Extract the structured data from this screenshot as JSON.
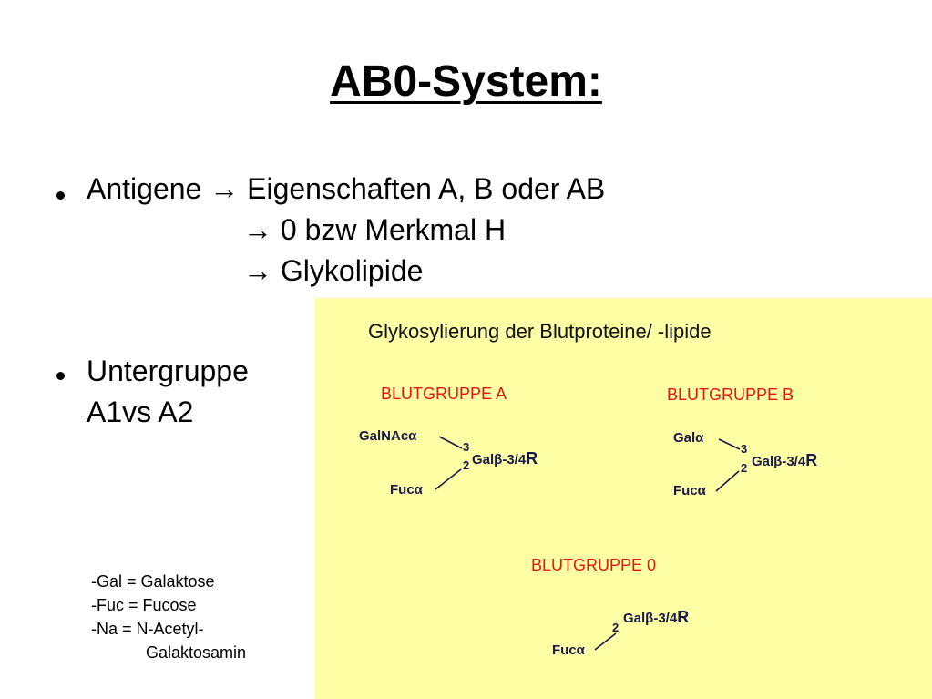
{
  "title": "AB0-System:",
  "bullets": [
    {
      "lines": [
        "Antigene → Eigenschaften A, B oder AB",
        "→ 0 bzw Merkmal H",
        "→ Glykolipide"
      ]
    },
    {
      "lines": [
        "Untergruppe",
        "A1vs A2"
      ]
    }
  ],
  "abbreviations": [
    "-Gal = Galaktose",
    "-Fuc = Fucose",
    "-Na = N-Acetyl-",
    "Galaktosamin"
  ],
  "diagram": {
    "title": "Glykosylierung der Blutproteine/ -lipide",
    "background_color": "#ffffa6",
    "heading_color": "#e8160e",
    "groups": [
      {
        "heading": "BLUTGRUPPE A",
        "upper_sugar": "GalNAcα",
        "upper_link": "3",
        "lower_link": "2",
        "core": "Galβ-3/4",
        "r": "R",
        "lower_sugar": "Fucα"
      },
      {
        "heading": "BLUTGRUPPE B",
        "upper_sugar": "Galα",
        "upper_link": "3",
        "lower_link": "2",
        "core": "Galβ-3/4",
        "r": "R",
        "lower_sugar": "Fucα"
      },
      {
        "heading": "BLUTGRUPPE 0",
        "lower_link": "2",
        "core": "Galβ-3/4",
        "r": "R",
        "lower_sugar": "Fucα"
      }
    ]
  }
}
